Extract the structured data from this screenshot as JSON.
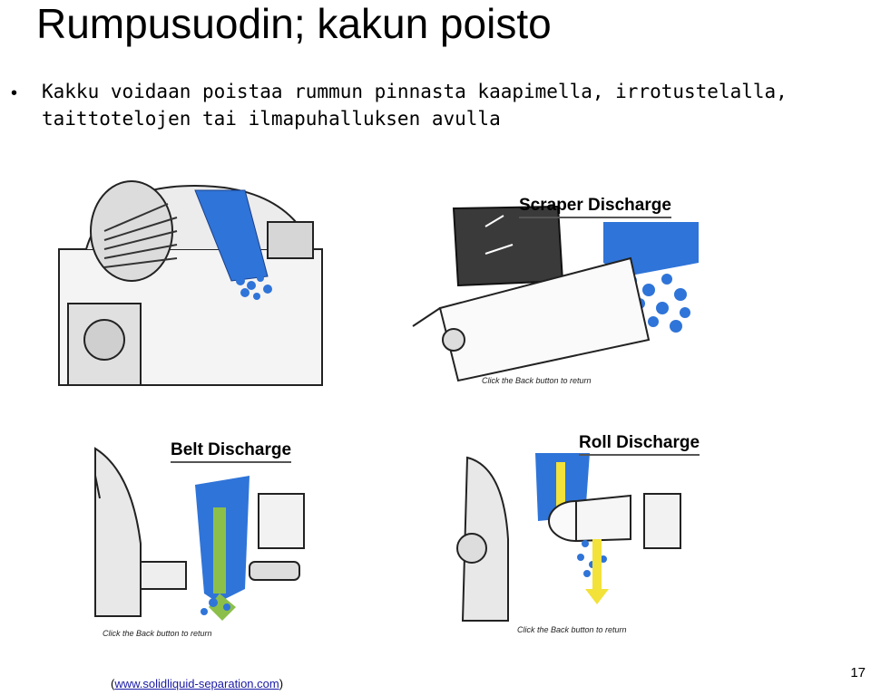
{
  "slide": {
    "title": "Rumpusuodin; kakun poisto",
    "bullet": "Kakku voidaan poistaa rummun pinnasta kaapimella, irrotustelalla, taittotelojen tai ilmapuhalluksen avulla",
    "page_number": "17"
  },
  "figures": {
    "scraper": {
      "label": "Scraper Discharge",
      "note": "Click the Back button to return"
    },
    "belt": {
      "label": "Belt Discharge",
      "note": "Click the Back button to return"
    },
    "roll": {
      "label": "Roll Discharge",
      "note": "Click the Back button to return"
    }
  },
  "source": {
    "open": "(",
    "url": "www.solidliquid-separation.com",
    "close": ")"
  },
  "colors": {
    "cake_blue": "#2f74d8",
    "arrow_yellow": "#f2e23a",
    "arrow_green": "#8cbf4a",
    "link_blue": "#1a1aa6"
  }
}
